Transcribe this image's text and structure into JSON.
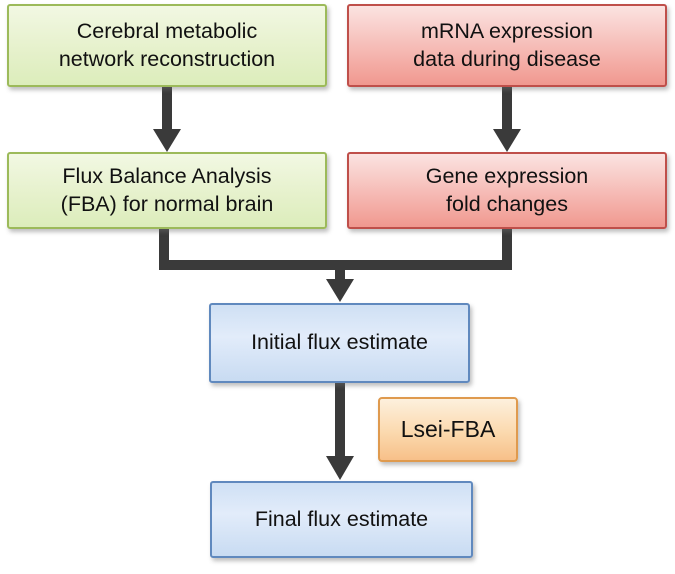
{
  "diagram": {
    "title": "Lsei-FBA workflow flowchart",
    "nodes": {
      "cerebral": {
        "label": "Cerebral metabolic\nnetwork reconstruction",
        "color": "green"
      },
      "mrna": {
        "label": "mRNA expression\ndata during disease",
        "color": "red"
      },
      "fba": {
        "label": "Flux Balance Analysis\n(FBA) for normal brain",
        "color": "green"
      },
      "gene": {
        "label": "Gene expression\nfold changes",
        "color": "red"
      },
      "initial": {
        "label": "Initial flux estimate",
        "color": "blue"
      },
      "lsei": {
        "label": "Lsei-FBA",
        "color": "orange"
      },
      "final": {
        "label": "Final flux estimate",
        "color": "blue"
      }
    },
    "edges": [
      {
        "from": "cerebral",
        "to": "fba",
        "type": "arrow-down"
      },
      {
        "from": "mrna",
        "to": "gene",
        "type": "arrow-down"
      },
      {
        "from": "fba+gene",
        "to": "initial",
        "type": "merge-arrow"
      },
      {
        "from": "initial",
        "to": "final",
        "type": "arrow-down",
        "annotation": "lsei"
      }
    ],
    "palette": {
      "green_border": "#9cba5a",
      "green_fill_top": "#f2f8e3",
      "green_fill_bottom": "#dcedbb",
      "red_border": "#bf4f4a",
      "red_fill_top": "#fbe3e1",
      "red_fill_bottom": "#f0988f",
      "blue_border": "#6089be",
      "blue_fill_top": "#cfe0f4",
      "blue_fill_bottom": "#c8dbf2",
      "orange_border": "#df9a4e",
      "orange_fill_top": "#fdf0dd",
      "orange_fill_bottom": "#f7c089",
      "arrow": "#3a3a3a",
      "text": "#111111",
      "background": "#ffffff"
    }
  }
}
